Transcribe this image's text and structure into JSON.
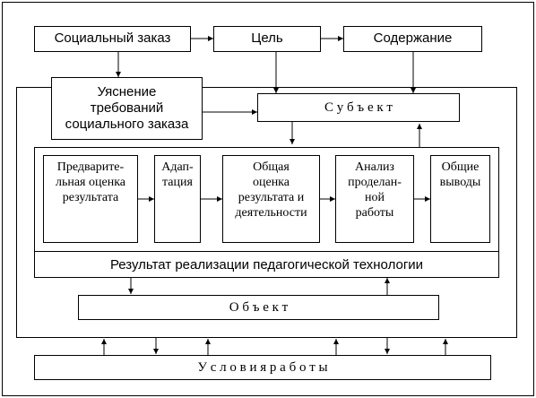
{
  "diagram": {
    "social_order": "Социальный заказ",
    "goal": "Цель",
    "content": "Содержание",
    "clarify": "Уяснение\nтребований\nсоциального  заказа",
    "subject": "С у б ъ е к т",
    "stage1": "Предварите-\nльная оценка\nрезультата",
    "stage2": "Адап-\nтация",
    "stage3": "Общая\nоценка\nрезультата и\nдеятельности",
    "stage4": "Анализ\nпроделан-\nной\nработы",
    "stage5": "Общие\nвыводы",
    "result": "Результат реализации педагогической технологии",
    "object": "О б ъ е к т",
    "conditions": "У с л о в и я  р а б о т ы"
  }
}
